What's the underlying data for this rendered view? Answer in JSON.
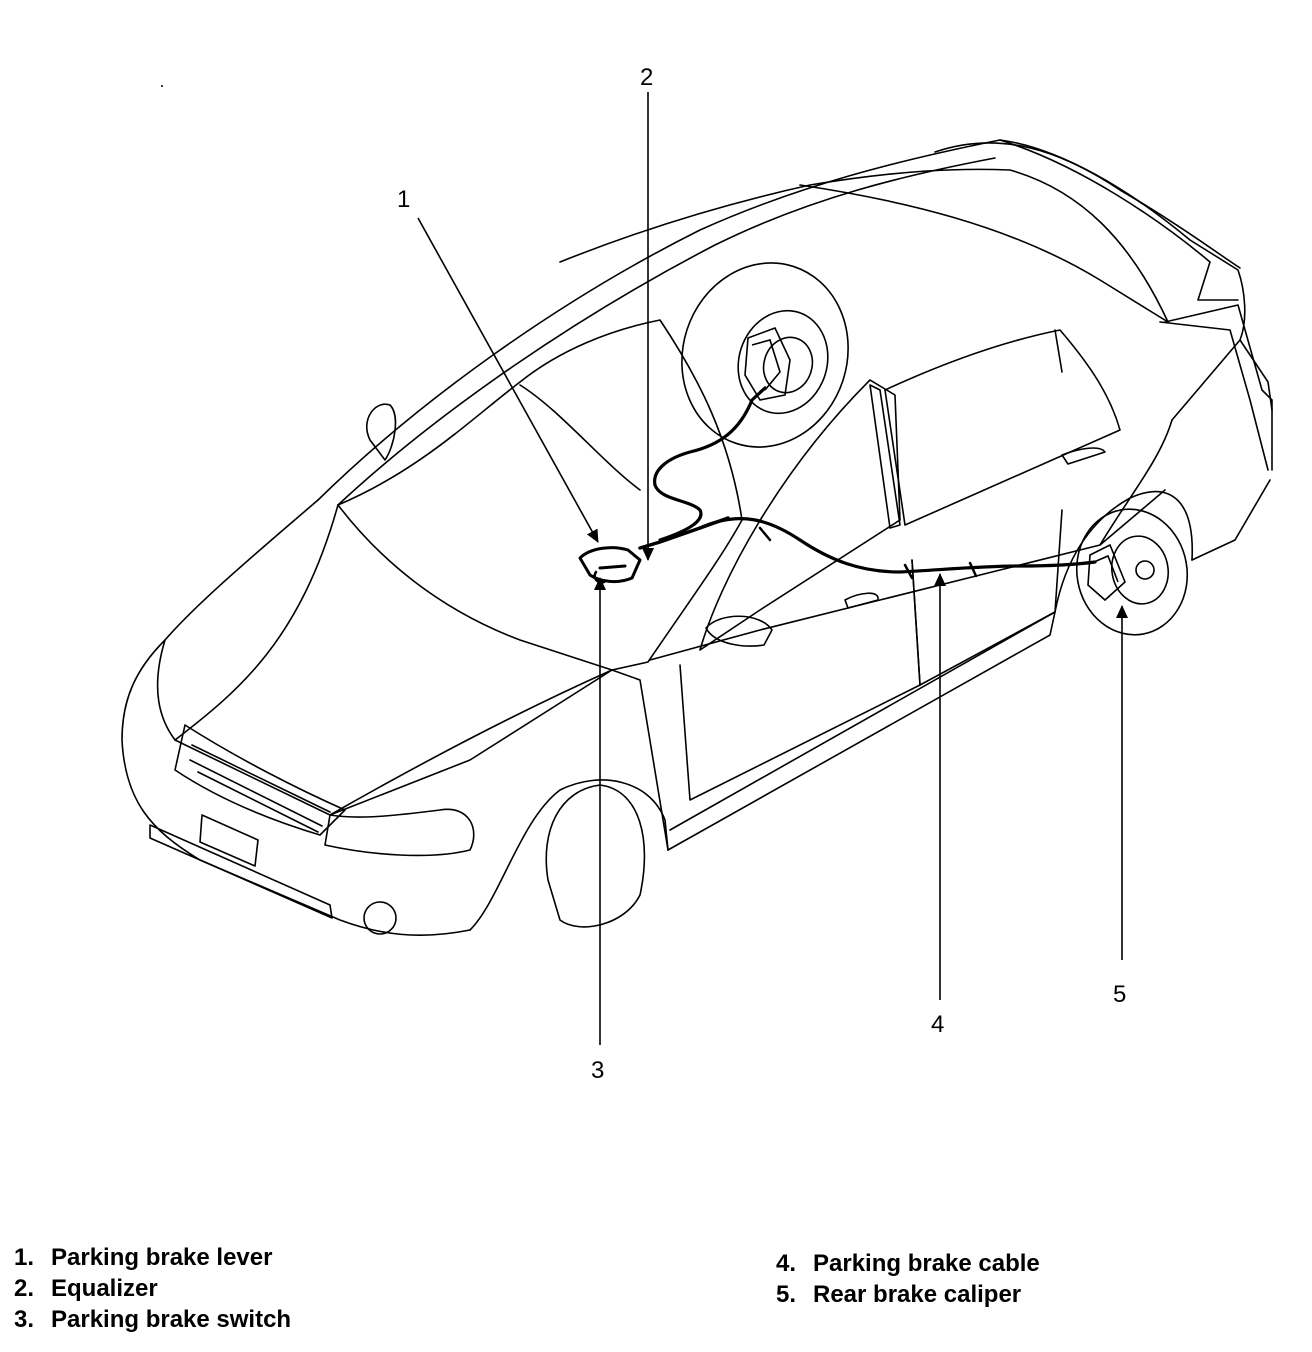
{
  "callouts": [
    {
      "number": "1",
      "name": "Parking brake lever"
    },
    {
      "number": "2",
      "name": "Equalizer"
    },
    {
      "number": "3",
      "name": "Parking brake switch"
    },
    {
      "number": "4",
      "name": "Parking brake cable"
    },
    {
      "number": "5",
      "name": "Rear brake caliper"
    }
  ],
  "legend": {
    "left": [
      {
        "num": "1.",
        "label": "Parking brake lever"
      },
      {
        "num": "2.",
        "label": "Equalizer"
      },
      {
        "num": "3.",
        "label": "Parking brake switch"
      }
    ],
    "right": [
      {
        "num": "4.",
        "label": "Parking brake cable"
      },
      {
        "num": "5.",
        "label": "Rear brake caliper"
      }
    ]
  },
  "colors": {
    "line": "#000000",
    "background": "#ffffff"
  }
}
